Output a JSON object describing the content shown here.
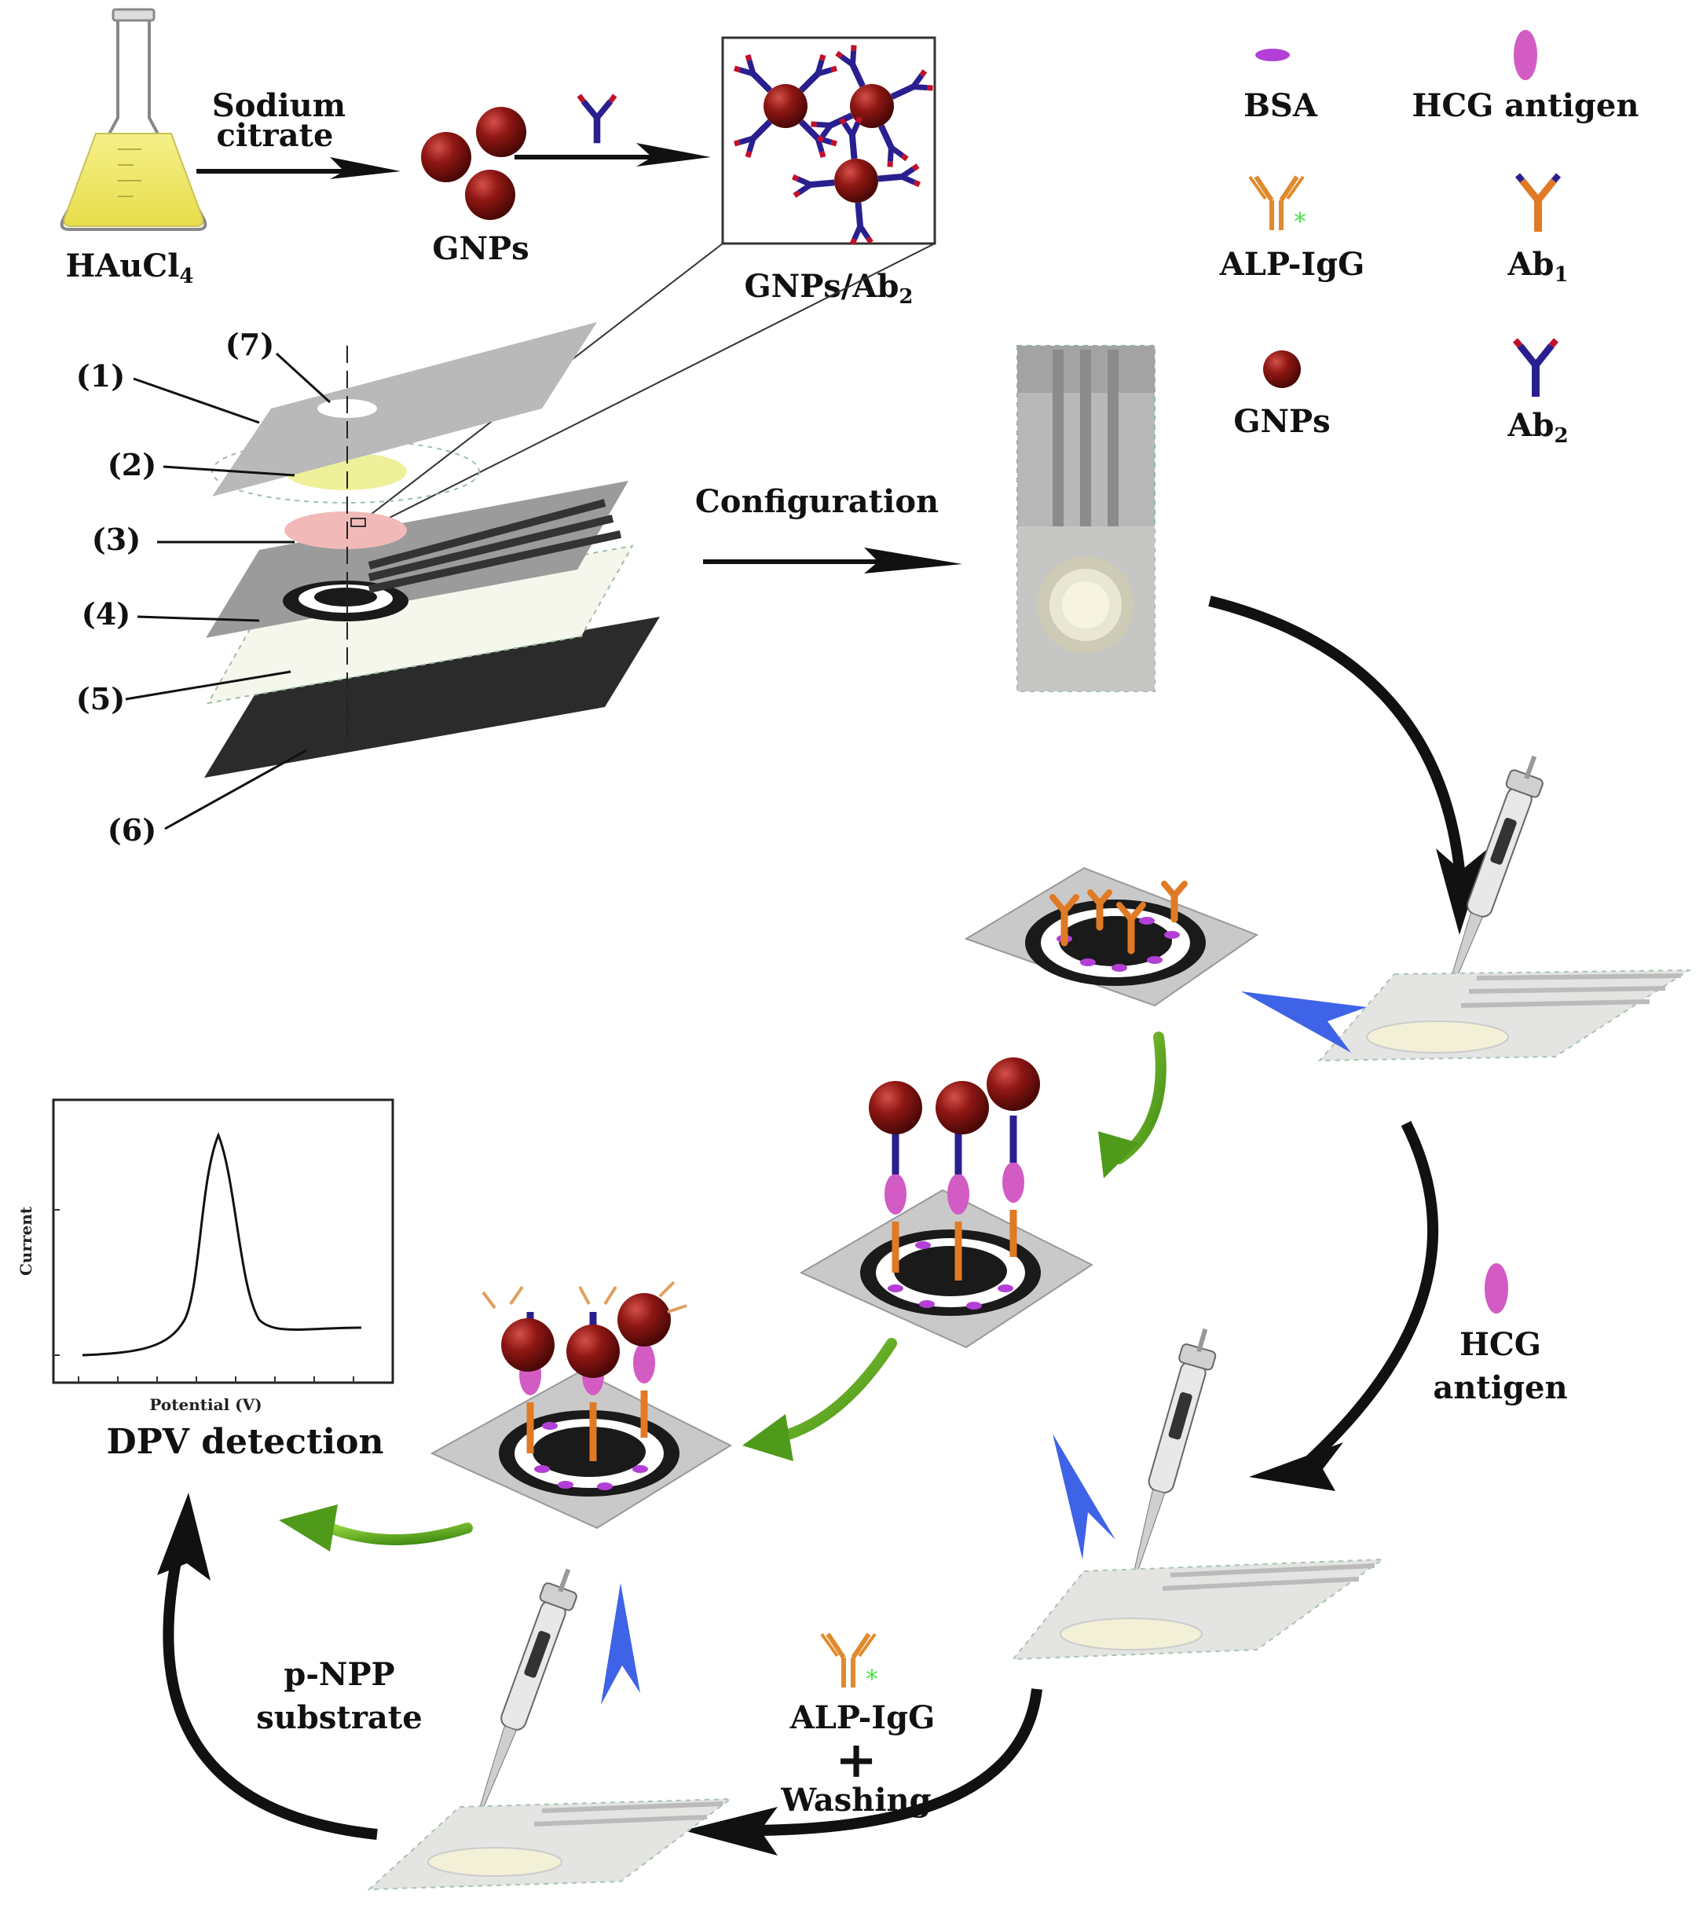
{
  "synthesis": {
    "reagent_label": "HAuCl4",
    "reagent_text": {
      "main": "HAuCl",
      "sub": "4"
    },
    "arrow1_label_line1": "Sodium",
    "arrow1_label_line2": "citrate",
    "product_label": "GNPs",
    "conjugate_label": "GNPs/Ab2",
    "conjugate_text": {
      "main": "GNPs/Ab",
      "sub": "2"
    }
  },
  "legend": {
    "items": [
      {
        "label": "BSA",
        "icon": "bsa-icon",
        "color": "#b33fd6"
      },
      {
        "label": "HCG antigen",
        "icon": "hcg-antigen-icon",
        "color": "#d35bc4"
      },
      {
        "label": "ALP-IgG",
        "icon": "alp-igg-icon",
        "color": "#e08a2c"
      },
      {
        "label": "Ab1",
        "main": "Ab",
        "sub": "1",
        "icon": "ab1-icon",
        "color": "#e07a25"
      },
      {
        "label": "GNPs",
        "icon": "gnp-icon",
        "color": "#8a1512"
      },
      {
        "label": "Ab2",
        "main": "Ab",
        "sub": "2",
        "icon": "ab2-icon",
        "color": "#2a1f8f"
      }
    ]
  },
  "layers": {
    "labels": [
      "(1)",
      "(2)",
      "(3)",
      "(4)",
      "(5)",
      "(6)",
      "(7)"
    ]
  },
  "configuration_label": "Configuration",
  "steps": {
    "hcg_line1": "HCG",
    "hcg_line2": "antigen",
    "alp_line1": "ALP-IgG",
    "alp_plus": "+",
    "alp_line2": "Washing",
    "pnpp_line1": "p-NPP",
    "pnpp_line2": "substrate"
  },
  "detection": {
    "title": "DPV detection",
    "xlabel": "Potential (V)",
    "ylabel": "Current"
  },
  "colors": {
    "gnp": "#8a1512",
    "ab_blue": "#2a1f8f",
    "ab_red_tip": "#c0102a",
    "ab_orange": "#e07a25",
    "bsa": "#b33fd6",
    "hcg": "#d35bc4",
    "green_arrow": "#5aa21f",
    "blue_arrow": "#3f63e6",
    "electrode_dark": "#1a1a1a"
  }
}
